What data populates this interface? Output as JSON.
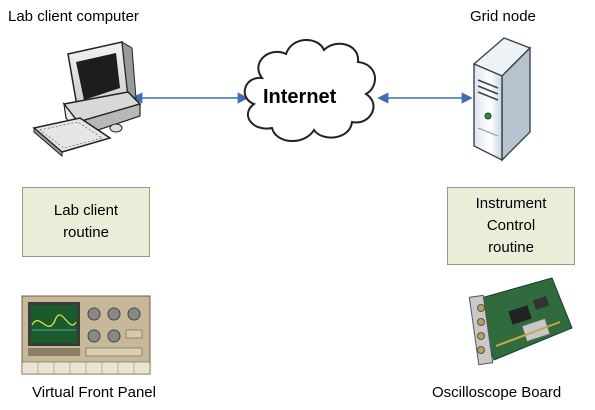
{
  "labels": {
    "lab_client_computer": "Lab client computer",
    "grid_node": "Grid node",
    "internet": "Internet",
    "virtual_front_panel": "Virtual Front Panel",
    "oscilloscope_board": "Oscilloscope Board"
  },
  "boxes": {
    "lab_client_routine": [
      "Lab client",
      "routine"
    ],
    "instrument_control_routine": [
      "Instrument",
      "Control",
      "routine"
    ]
  },
  "colors": {
    "box_fill": "#ecedd9",
    "arrow": "#3f6fb0",
    "cloud_fill": "#ffffff"
  },
  "icons": {
    "client": "desktop-computer-icon",
    "server": "server-tower-icon",
    "cloud": "cloud-icon",
    "front_panel": "oscilloscope-front-panel-image",
    "board": "oscilloscope-board-image"
  }
}
